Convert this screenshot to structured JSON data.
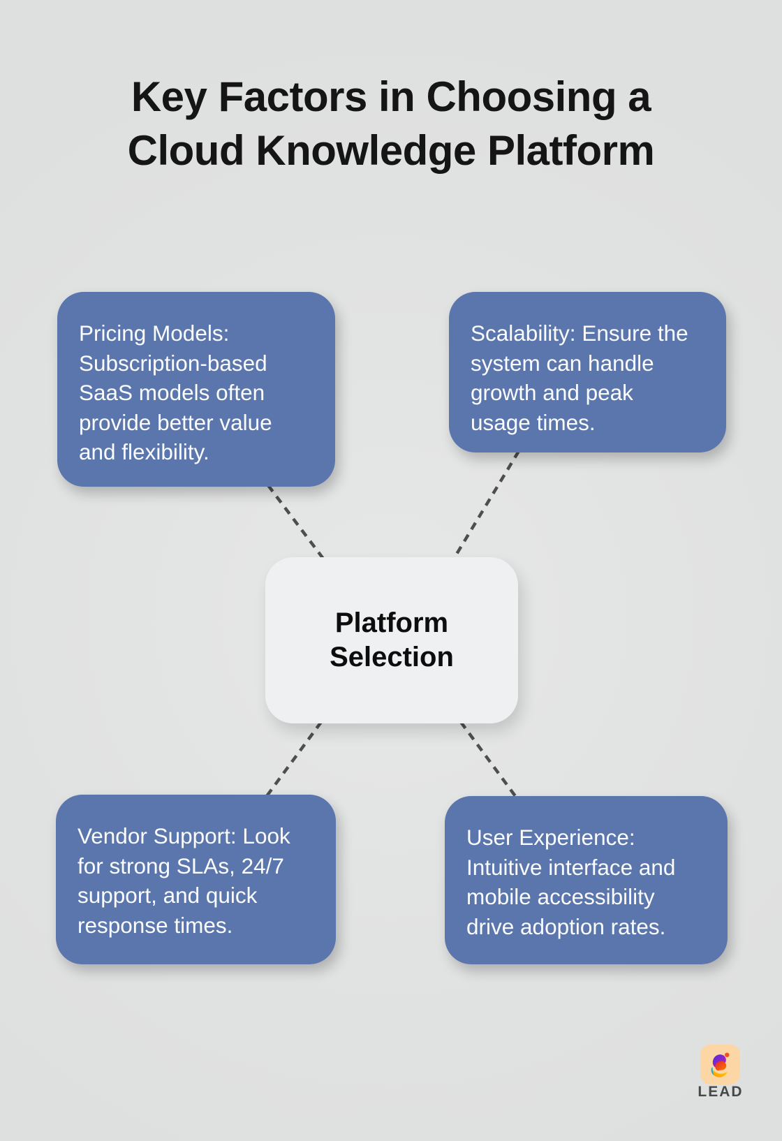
{
  "title": "Key Factors in Choosing a\nCloud Knowledge Platform",
  "center": {
    "label": "Platform\nSelection"
  },
  "factors": [
    {
      "id": "pricing-models",
      "position": "top-left",
      "text": "Pricing Models:\nSubscription-based\nSaaS models often\nprovide better value\nand flexibility."
    },
    {
      "id": "scalability",
      "position": "top-right",
      "text": "Scalability: Ensure the\nsystem can handle\ngrowth and peak\nusage times."
    },
    {
      "id": "vendor-support",
      "position": "bottom-left",
      "text": "Vendor Support: Look\nfor strong SLAs, 24/7\nsupport, and quick\nresponse times."
    },
    {
      "id": "user-experience",
      "position": "bottom-right",
      "text": "User Experience:\nIntuitive interface and\nmobile accessibility\ndrive adoption rates."
    }
  ],
  "logo": {
    "brand": "LEAD",
    "icon": "lead-ribbon-i-icon"
  },
  "colors": {
    "background": "#e1e2e2",
    "card": "#5b76ac",
    "card_text": "#fbfcfe",
    "center_card": "#eff0f2",
    "title_text": "#151515",
    "connector": "#4e4e4e",
    "logo_background": "#fcd7a5",
    "wordmark_text": "#45494a"
  }
}
